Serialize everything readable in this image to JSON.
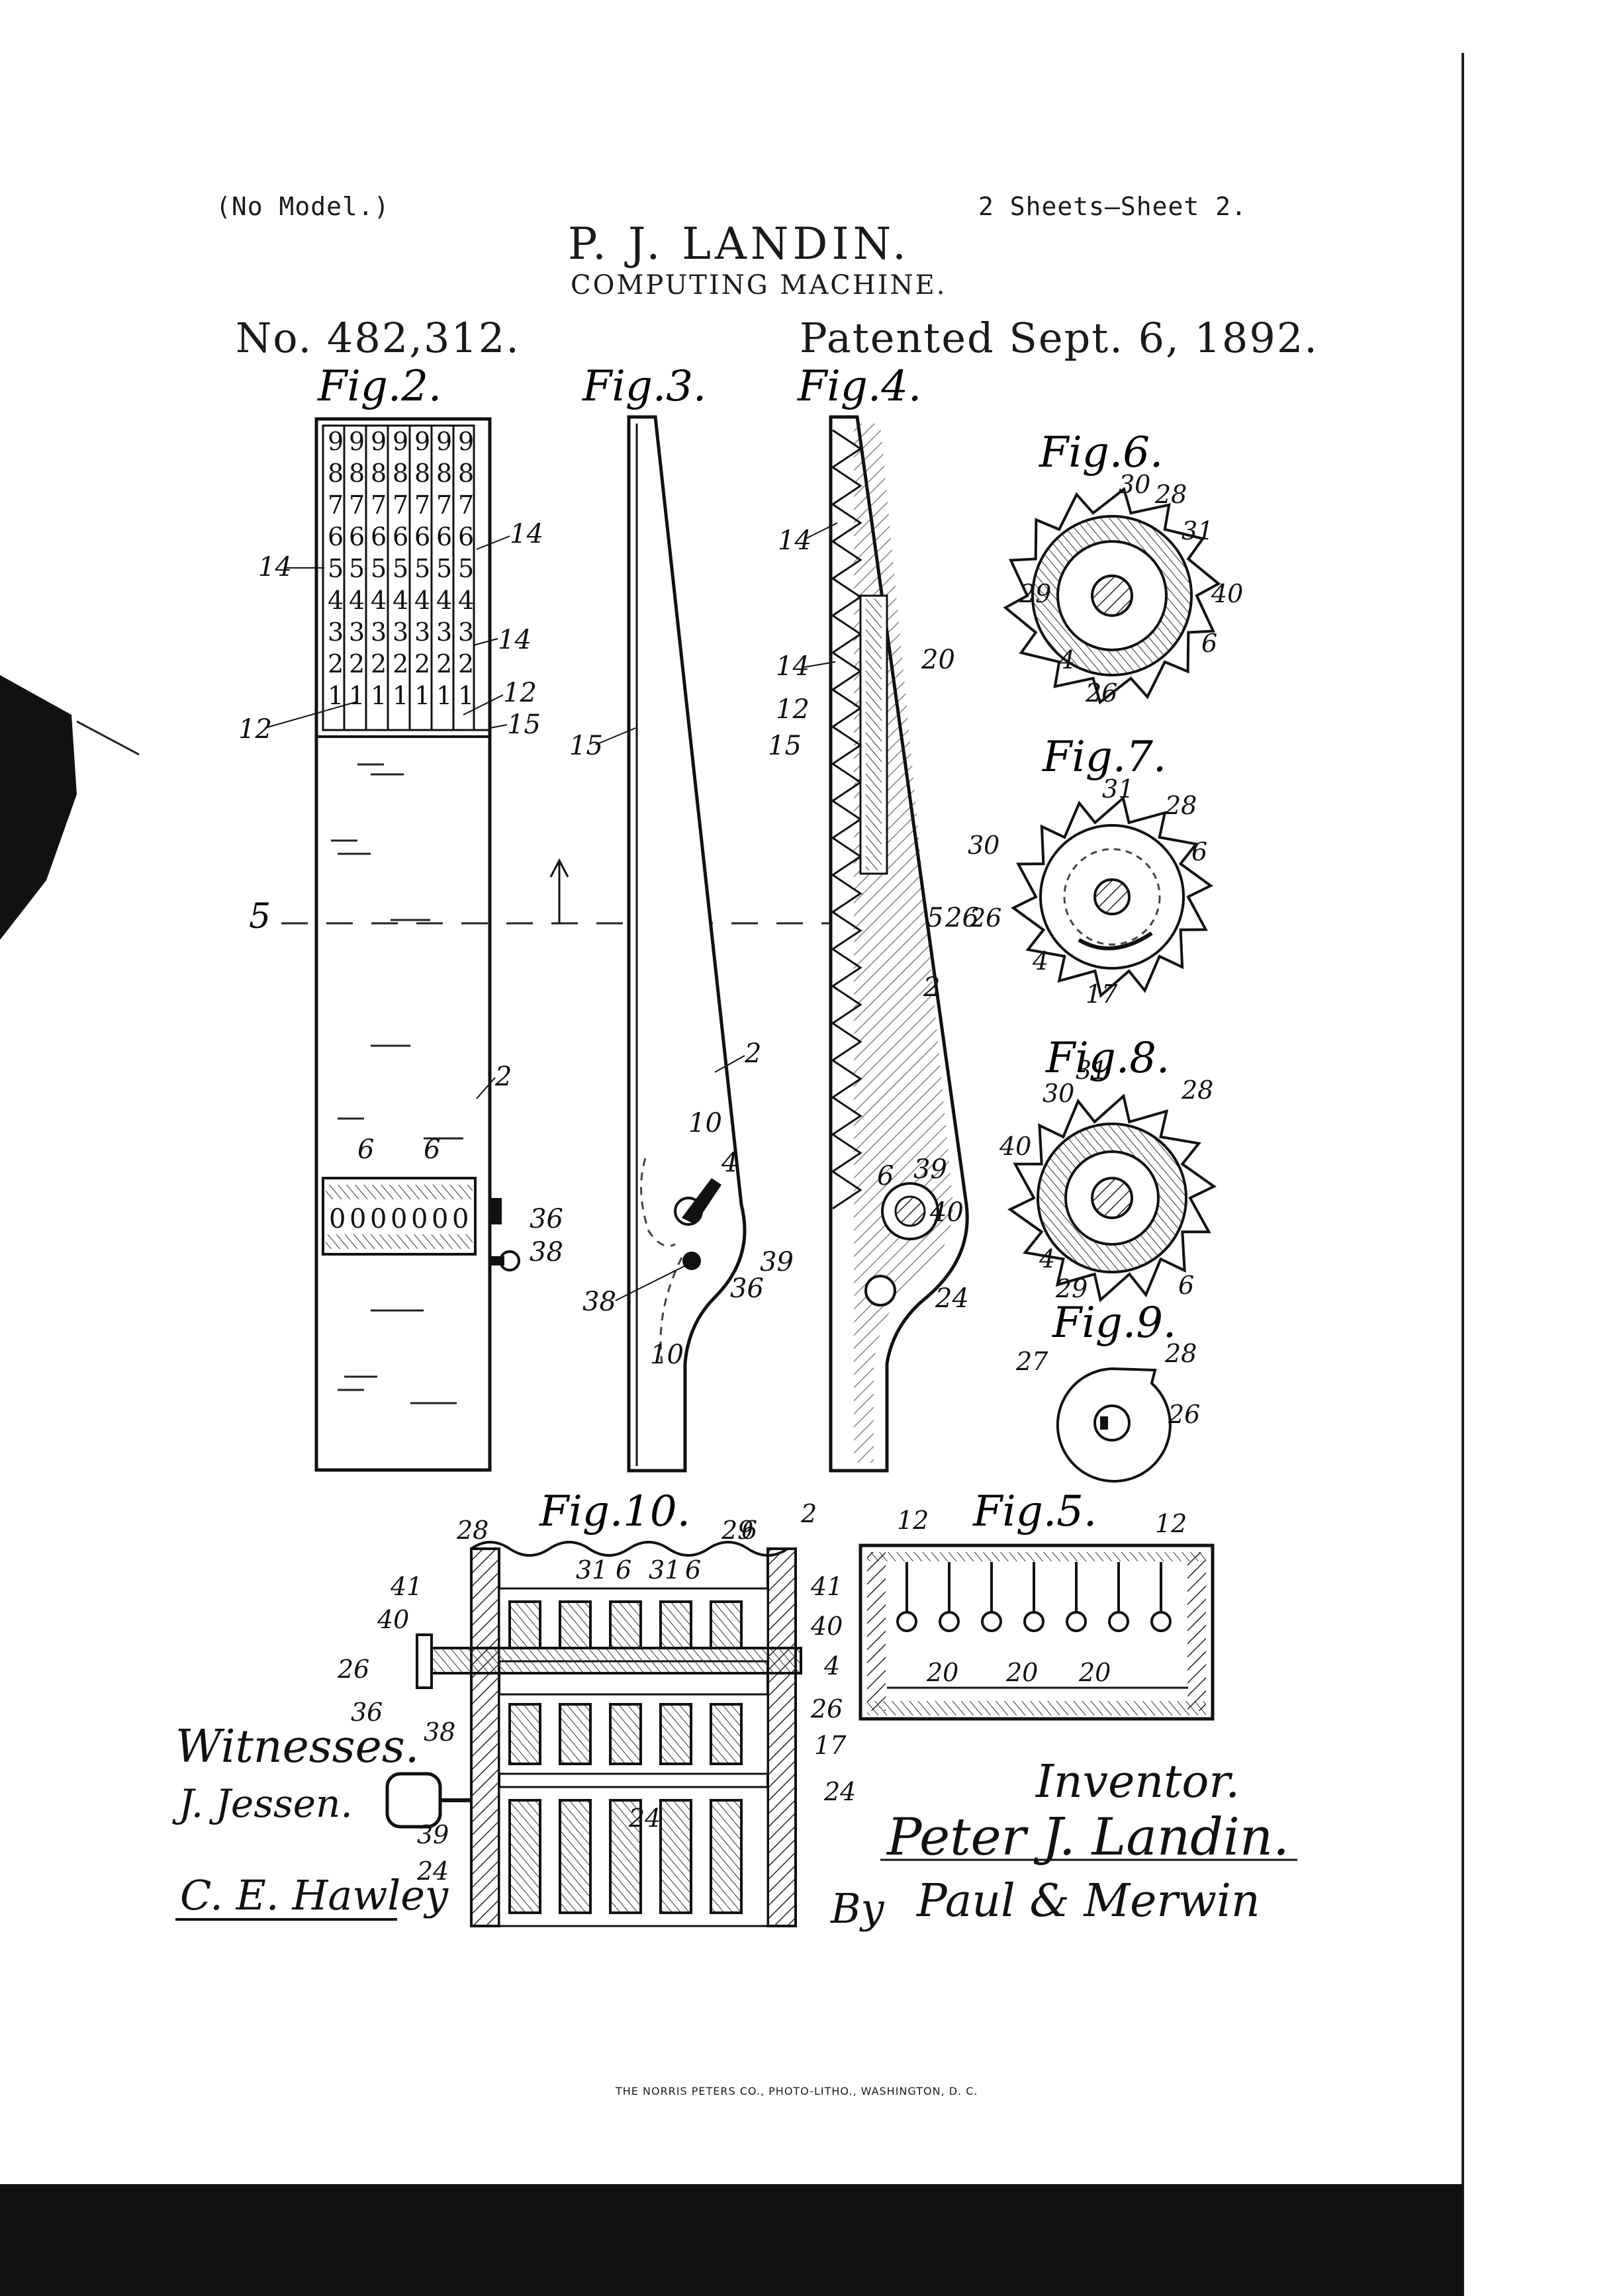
{
  "header": {
    "left": "(No Model.)",
    "right": "2 Sheets—Sheet 2.",
    "inventor_name": "P. J. LANDIN.",
    "title": "COMPUTING MACHINE.",
    "patent_no": "No. 482,312.",
    "patented": "Patented Sept. 6, 1892."
  },
  "figures": {
    "fig2": "Fig.2.",
    "fig3": "Fig.3.",
    "fig4": "Fig.4.",
    "fig5": "Fig.5.",
    "fig6": "Fig.6.",
    "fig7": "Fig.7.",
    "fig8": "Fig.8.",
    "fig9": "Fig.9.",
    "fig10": "Fig.10."
  },
  "fig2_digits": [
    "9",
    "8",
    "7",
    "6",
    "5",
    "4",
    "3",
    "2",
    "1"
  ],
  "fig2_counter": [
    "0",
    "0",
    "0",
    "0",
    "0",
    "0",
    "0"
  ],
  "section_mark": "5",
  "signatures": {
    "witnesses_label": "Witnesses.",
    "witness1": "J. Jessen.",
    "witness2": "C. E. Hawley",
    "inventor_label": "Inventor.",
    "inventor_sig": "Peter J. Landin.",
    "by": "By",
    "attorney_sig": "Paul & Merwin"
  },
  "footer": "THE NORRIS PETERS CO., PHOTO-LITHO., WASHINGTON, D. C."
}
